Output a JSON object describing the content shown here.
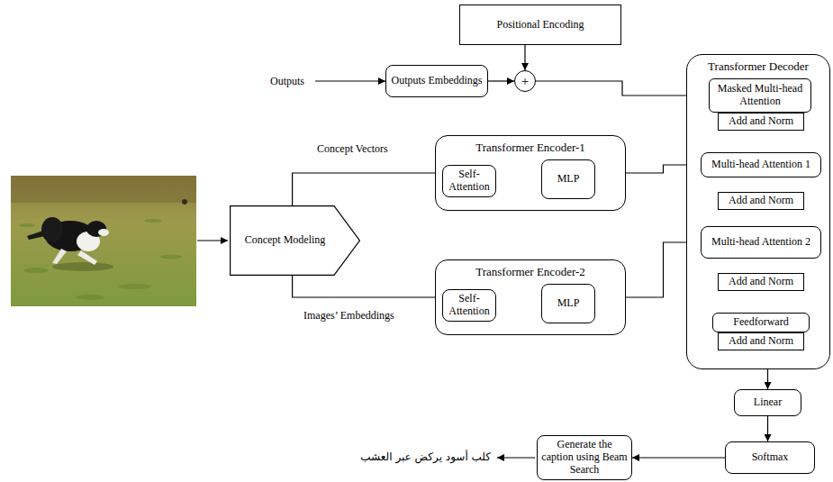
{
  "diagram": {
    "nodes": [
      {
        "text": [
          "Positional Encoding"
        ]
      },
      {
        "text": [
          "Outputs Embeddings"
        ]
      },
      {
        "text": [
          "+"
        ]
      },
      {
        "text": [
          "Transformer Decoder"
        ]
      },
      {
        "text": [
          "Masked Multi-head Attention"
        ],
        "in": 3
      },
      {
        "text": [
          "Add and Norm"
        ],
        "in": 3
      },
      {
        "text": [
          "Multi-head Attention 1"
        ],
        "in": 3
      },
      {
        "text": [
          "Add and Norm"
        ],
        "in": 3
      },
      {
        "text": [
          "Multi-head Attention 2"
        ],
        "in": 3
      },
      {
        "text": [
          "Add and Norm"
        ],
        "in": 3
      },
      {
        "text": [
          "Feedforward"
        ],
        "in": 3
      },
      {
        "text": [
          "Add and Norm"
        ],
        "in": 3
      },
      {
        "text": [
          "Transformer Encoder-1"
        ]
      },
      {
        "text": [
          "Self-Attention"
        ],
        "in": 12
      },
      {
        "text": [
          "MLP"
        ],
        "in": 12
      },
      {
        "text": [
          "Concept Modeling"
        ]
      },
      {
        "text": [
          "Transformer Encoder-2"
        ]
      },
      {
        "text": [
          "Self-Attention"
        ],
        "in": 16
      },
      {
        "text": [
          "MLP"
        ],
        "in": 16
      },
      {
        "text": [
          "Linear"
        ]
      },
      {
        "text": [
          "Generate the caption using Beam Search"
        ]
      },
      {
        "text": [
          "Softmax"
        ]
      }
    ],
    "edges": [
      {
        "from": 1,
        "to": 2,
        "arrow": "to"
      },
      {
        "from": 0,
        "to": 2,
        "arrow": "to"
      },
      {
        "from": 2,
        "to": 4,
        "arrow": "to"
      },
      {
        "from": 5,
        "to": 6,
        "arrow": "to"
      },
      {
        "from": 6,
        "to": 7,
        "arrow": "none"
      },
      {
        "from": 7,
        "to": 8,
        "arrow": "to"
      },
      {
        "from": 8,
        "to": 9,
        "arrow": "none"
      },
      {
        "from": 9,
        "to": 10,
        "arrow": "to"
      },
      {
        "from": 11,
        "to": 19,
        "arrow": "to"
      },
      {
        "from": 19,
        "to": 21,
        "arrow": "to"
      },
      {
        "from": 21,
        "to": 20,
        "arrow": "to"
      },
      {
        "from": 13,
        "to": 14,
        "arrow": "to"
      },
      {
        "from": 17,
        "to": 18,
        "arrow": "to"
      },
      {
        "from": 12,
        "to": 6,
        "arrow": "to"
      },
      {
        "from": 16,
        "to": 8,
        "arrow": "to"
      },
      {
        "from": 15,
        "to": 12,
        "arrow": "none"
      },
      {
        "from": 15,
        "to": 16,
        "arrow": "none"
      }
    ],
    "labels": [
      "Outputs",
      "Concept Vectors",
      "Images’ Embeddings",
      "كلب أسود يركض عبر العشب"
    ]
  }
}
